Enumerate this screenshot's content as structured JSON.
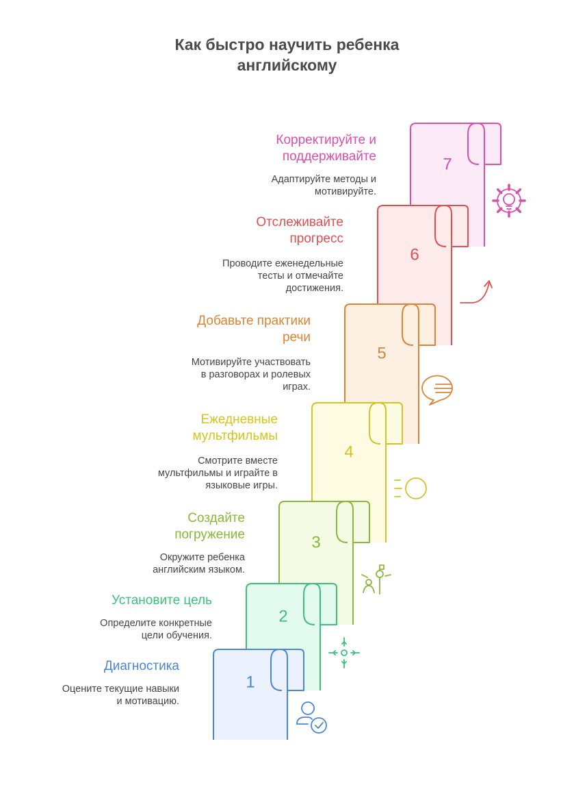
{
  "title": "Как быстро научить ребенка\nанглийскому",
  "steps": [
    {
      "number": "1",
      "title": [
        "Диагностика"
      ],
      "description": [
        "Оцените текущие навыки",
        "и мотивацию."
      ],
      "color": "#4a86d6",
      "fill": "#ebf2fd",
      "icon": "user-check-icon"
    },
    {
      "number": "2",
      "title": [
        "Установите цель"
      ],
      "description": [
        "Определите конкретные",
        "цели обучения."
      ],
      "color": "#3dbf7a",
      "fill": "#e3faee",
      "icon": "target-icon"
    },
    {
      "number": "3",
      "title": [
        "Создайте",
        "погружение"
      ],
      "description": [
        "Окружите ребенка",
        "английским языком."
      ],
      "color": "#8ab73a",
      "fill": "#f3fbe4",
      "icon": "person-flag-icon"
    },
    {
      "number": "4",
      "title": [
        "Ежедневные",
        "мультфильмы"
      ],
      "description": [
        "Смотрите вместе",
        "мультфильмы и играйте в",
        "языковые игры."
      ],
      "color": "#d4c320",
      "fill": "#fdfbe2",
      "icon": "sun-rays-icon"
    },
    {
      "number": "5",
      "title": [
        "Добавьте практики",
        "речи"
      ],
      "description": [
        "Мотивируйте участвовать",
        "в разговорах и ролевых",
        "играх."
      ],
      "color": "#db8435",
      "fill": "#fdf0e3",
      "icon": "speech-bubble-icon"
    },
    {
      "number": "6",
      "title": [
        "Отслеживайте",
        "прогресс"
      ],
      "description": [
        "Проводите еженедельные",
        "тесты и отмечайте",
        "достижения."
      ],
      "color": "#de4f52",
      "fill": "#fdeaea",
      "icon": "trend-arrow-icon"
    },
    {
      "number": "7",
      "title": [
        "Корректируйте и",
        "поддерживайте"
      ],
      "description": [
        "Адаптируйте методы и",
        "мотивируйте."
      ],
      "color": "#d94faa",
      "fill": "#fdeaf7",
      "icon": "gear-bulb-icon"
    }
  ]
}
